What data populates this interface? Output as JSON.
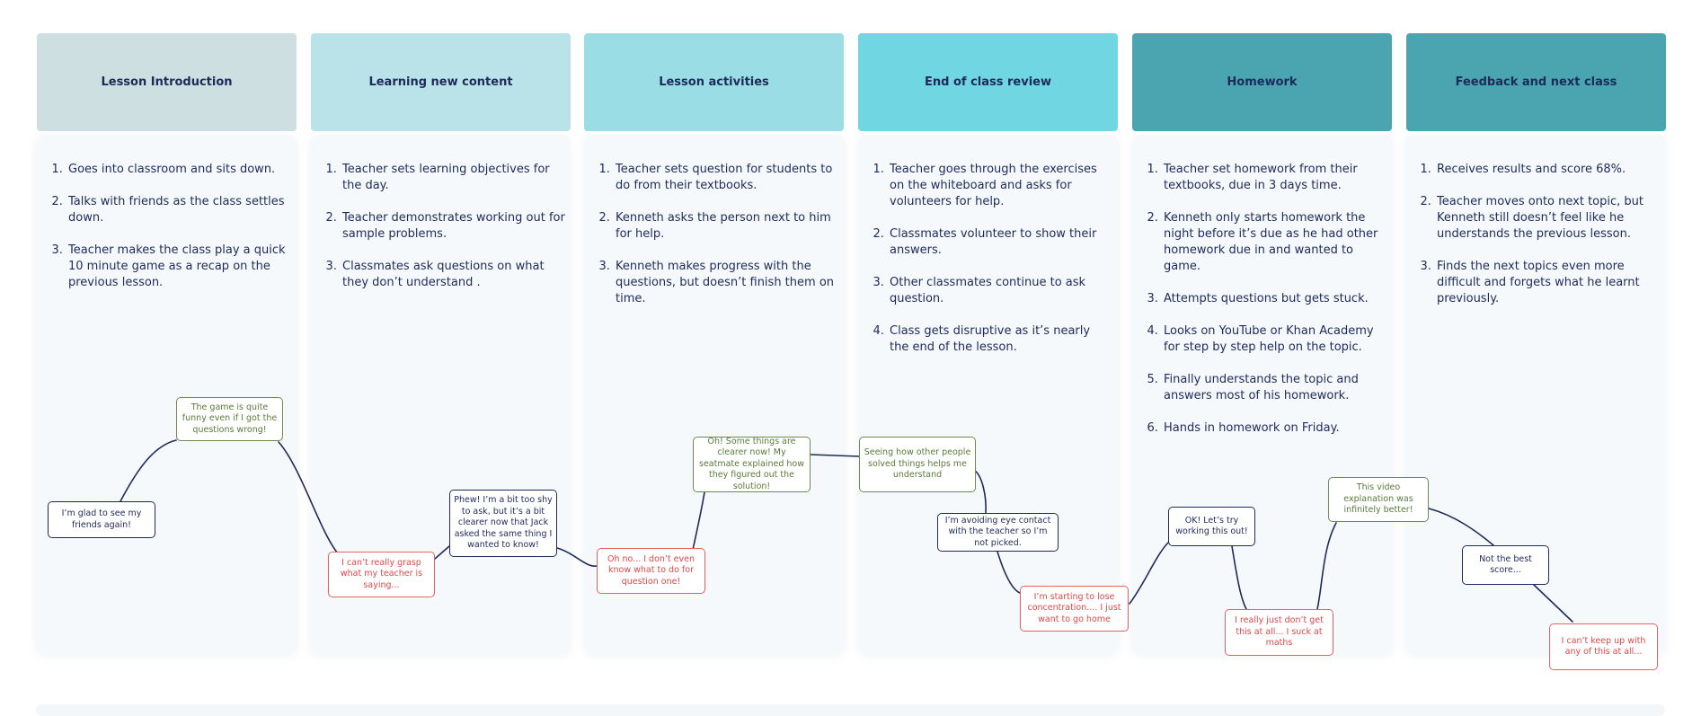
{
  "colors": {
    "header_1": "#cddfe0",
    "header_2": "#b9e3e8",
    "header_3": "#9adde4",
    "header_4": "#6fd6e2",
    "header_5": "#4aa5b1",
    "header_6": "#4aa5b1",
    "curve": "#1e2a5a",
    "positive": "#5a7a3a",
    "negative": "#e04848",
    "neutral": "#1e2a5a"
  },
  "stages": [
    {
      "title": "Lesson Introduction",
      "steps": [
        "Goes into classroom and sits down.",
        "Talks with friends as the class settles down.",
        "Teacher makes the class play a quick 10 minute game as a recap on the previous lesson."
      ]
    },
    {
      "title": "Learning new content",
      "steps": [
        "Teacher sets learning objectives for the day.",
        "Teacher demonstrates working out for sample problems.",
        "Classmates ask questions on what they don’t understand ."
      ]
    },
    {
      "title": "Lesson activities",
      "steps": [
        "Teacher sets question for students to do from their textbooks.",
        "Kenneth asks the person next to him for help.",
        "Kenneth makes progress with the questions, but doesn’t finish them on time."
      ]
    },
    {
      "title": "End of class review",
      "steps": [
        "Teacher goes through the exercises on the whiteboard and asks for volunteers for help.",
        "Classmates volunteer to show their answers.",
        "Other classmates continue to ask question.",
        "Class gets disruptive as it’s nearly the end of the lesson."
      ]
    },
    {
      "title": "Homework",
      "steps": [
        "Teacher set homework from their textbooks, due in 3 days time.",
        "Kenneth only starts homework the night before it’s due as he had other homework due in and wanted to game.",
        "Attempts questions but gets stuck.",
        "Looks on YouTube or Khan Academy for step by step help on the topic.",
        "Finally understands the topic and answers most of his homework.",
        "Hands in homework on Friday."
      ]
    },
    {
      "title": "Feedback and next class",
      "steps": [
        "Receives results and score 68%.",
        "Teacher moves onto next topic, but Kenneth still doesn’t feel like he understands the previous lesson.",
        "Finds the next topics even more difficult and forgets what he learnt previously."
      ]
    }
  ],
  "notes": [
    {
      "text": "I’m glad to see my friends again!",
      "sentiment": "neutral"
    },
    {
      "text": "The game is quite funny even if I got the questions wrong!",
      "sentiment": "positive"
    },
    {
      "text": "I can’t really grasp what my teacher is saying...",
      "sentiment": "negative"
    },
    {
      "text": "Phew! I’m a bit too shy to ask, but it’s a bit clearer now that Jack asked the same thing I wanted to know!",
      "sentiment": "neutral"
    },
    {
      "text": "Oh no... I don’t even know what to do for question one!",
      "sentiment": "negative"
    },
    {
      "text": "Oh! Some things are clearer now! My seatmate explained how they figured out the solution!",
      "sentiment": "positive"
    },
    {
      "text": "Seeing how other people solved things helps me understand",
      "sentiment": "positive"
    },
    {
      "text": "I’m avoiding eye contact with the teacher so I’m not picked.",
      "sentiment": "neutral"
    },
    {
      "text": "I’m starting to lose concentration.... I just want to go home",
      "sentiment": "negative"
    },
    {
      "text": "OK! Let’s try working this out!",
      "sentiment": "neutral"
    },
    {
      "text": "I really just don’t get this at all... I suck at maths",
      "sentiment": "negative"
    },
    {
      "text": "This video explanation was infinitely better!",
      "sentiment": "positive"
    },
    {
      "text": "Not the best score...",
      "sentiment": "neutral"
    },
    {
      "text": "I can’t keep up with any of this at all...",
      "sentiment": "negative"
    }
  ]
}
